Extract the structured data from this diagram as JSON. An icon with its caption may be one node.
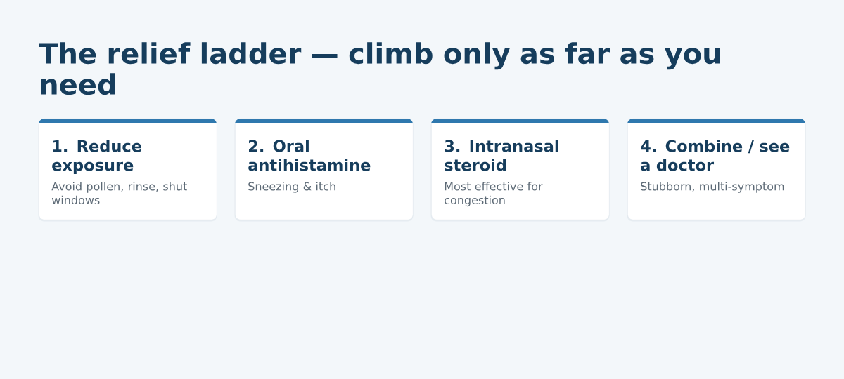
{
  "diagram": {
    "title": "The relief ladder — climb only as far as you need",
    "nodes": [
      {
        "text": [
          "1. Reduce exposure",
          "Avoid pollen, rinse, shut windows"
        ]
      },
      {
        "text": [
          "2. Oral antihistamine",
          "Sneezing & itch"
        ]
      },
      {
        "text": [
          "3. Intranasal steroid",
          "Most effective for congestion"
        ]
      },
      {
        "text": [
          "4. Combine / see a doctor",
          "Stubborn, multi-symptom"
        ]
      }
    ]
  }
}
